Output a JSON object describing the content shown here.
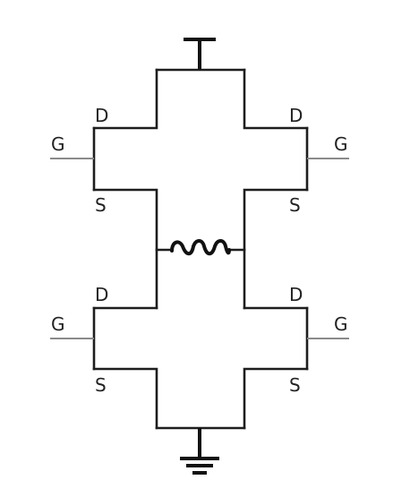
{
  "transistors": [
    {
      "id": "top-left",
      "drain": "D",
      "gate": "G",
      "source": "S"
    },
    {
      "id": "top-right",
      "drain": "D",
      "gate": "G",
      "source": "S"
    },
    {
      "id": "bottom-left",
      "drain": "D",
      "gate": "G",
      "source": "S"
    },
    {
      "id": "bottom-right",
      "drain": "D",
      "gate": "G",
      "source": "S"
    }
  ],
  "symbols": {
    "supply": "supply-rail",
    "ground": "ground-symbol",
    "load": "inductor-coil"
  }
}
